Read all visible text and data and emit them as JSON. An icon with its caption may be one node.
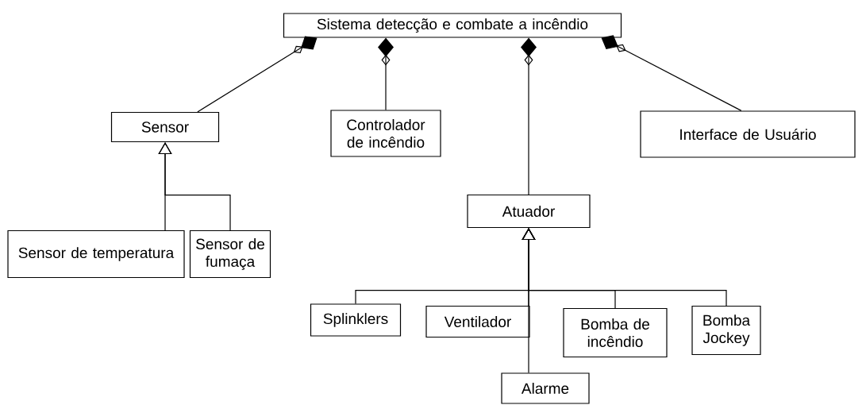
{
  "diagram": {
    "nodes": [
      {
        "text": [
          "Sistema detecção e combate a incêndio"
        ]
      },
      {
        "text": [
          "Sensor"
        ]
      },
      {
        "text": [
          "Controlador de incêndio"
        ]
      },
      {
        "text": [
          "Interface de Usuário"
        ]
      },
      {
        "text": [
          "Sensor de temperatura"
        ]
      },
      {
        "text": [
          "Sensor de fumaça"
        ]
      },
      {
        "text": [
          "Atuador"
        ]
      },
      {
        "text": [
          "Splinklers"
        ]
      },
      {
        "text": [
          "Ventilador"
        ]
      },
      {
        "text": [
          "Bomba de incêndio"
        ]
      },
      {
        "text": [
          "Bomba Jockey"
        ]
      },
      {
        "text": [
          "Alarme"
        ]
      }
    ],
    "edges": [
      {
        "from": 1,
        "to": 0,
        "arrow": "other"
      },
      {
        "from": 2,
        "to": 0,
        "arrow": "other"
      },
      {
        "from": 6,
        "to": 0,
        "arrow": "other"
      },
      {
        "from": 3,
        "to": 0,
        "arrow": "other"
      },
      {
        "from": 4,
        "to": 1,
        "arrow": "to"
      },
      {
        "from": 5,
        "to": 1,
        "arrow": "to"
      },
      {
        "from": 7,
        "to": 6,
        "arrow": "to"
      },
      {
        "from": 8,
        "to": 6,
        "arrow": "to"
      },
      {
        "from": 9,
        "to": 6,
        "arrow": "to"
      },
      {
        "from": 10,
        "to": 6,
        "arrow": "to"
      },
      {
        "from": 11,
        "to": 6,
        "arrow": "to"
      }
    ]
  }
}
